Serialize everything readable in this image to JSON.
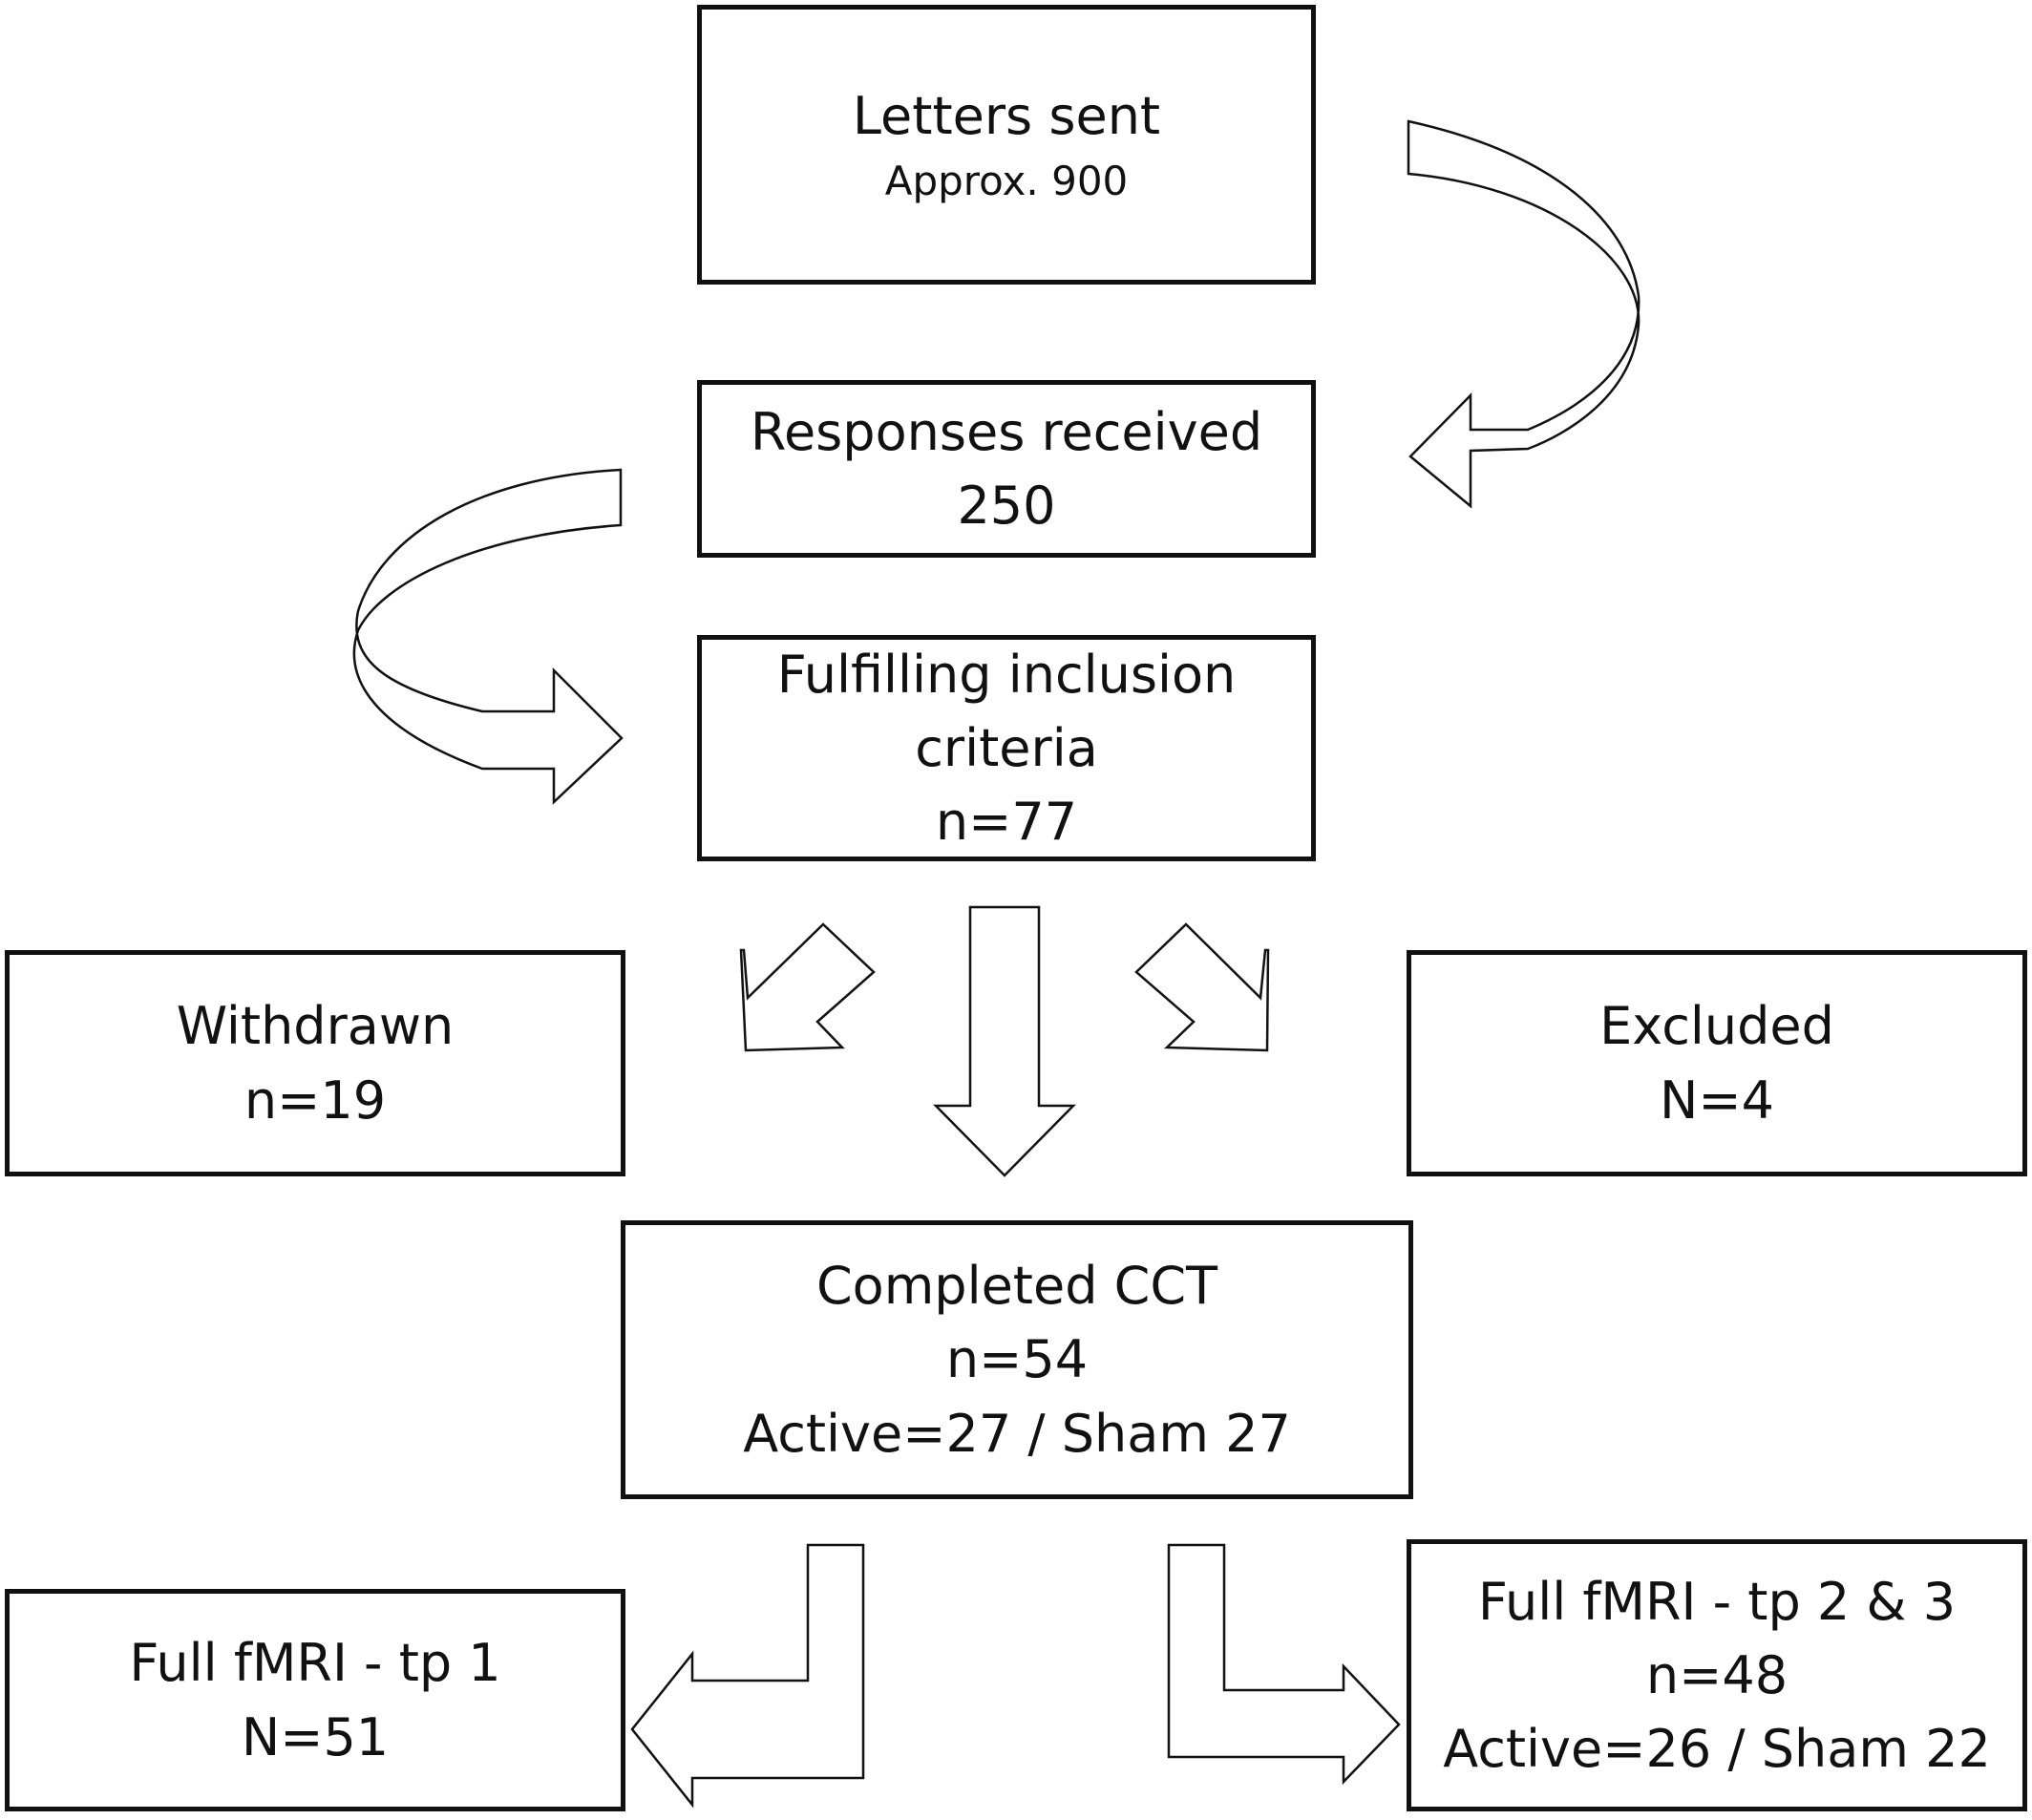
{
  "boxes": {
    "letters": {
      "title": "Letters sent",
      "detail": "Approx. 900"
    },
    "responses": {
      "title": "Responses received",
      "count": "250"
    },
    "inclusion": {
      "title_line1": "Fulfilling inclusion",
      "title_line2": "criteria",
      "count": "n=77"
    },
    "withdrawn": {
      "title": "Withdrawn",
      "count": "n=19"
    },
    "excluded": {
      "title": "Excluded",
      "count": "N=4"
    },
    "completed": {
      "title": "Completed CCT",
      "count": "n=54",
      "groups": "Active=27 / Sham 27"
    },
    "fmri_tp1": {
      "title": "Full fMRI - tp 1",
      "count": "N=51"
    },
    "fmri_tp23": {
      "title": "Full fMRI - tp 2 & 3",
      "count": "n=48",
      "groups": "Active=26 / Sham 22"
    }
  },
  "connectors": [
    {
      "from": "letters",
      "to": "responses",
      "style": "curved-arrow"
    },
    {
      "from": "responses",
      "to": "inclusion",
      "style": "curved-arrow"
    },
    {
      "from": "inclusion",
      "to": "withdrawn",
      "style": "diagonal-arrow"
    },
    {
      "from": "inclusion",
      "to": "completed",
      "style": "down-arrow"
    },
    {
      "from": "inclusion",
      "to": "excluded",
      "style": "diagonal-arrow"
    },
    {
      "from": "completed",
      "to": "fmri_tp1",
      "style": "bent-arrow"
    },
    {
      "from": "completed",
      "to": "fmri_tp23",
      "style": "bent-arrow"
    }
  ]
}
